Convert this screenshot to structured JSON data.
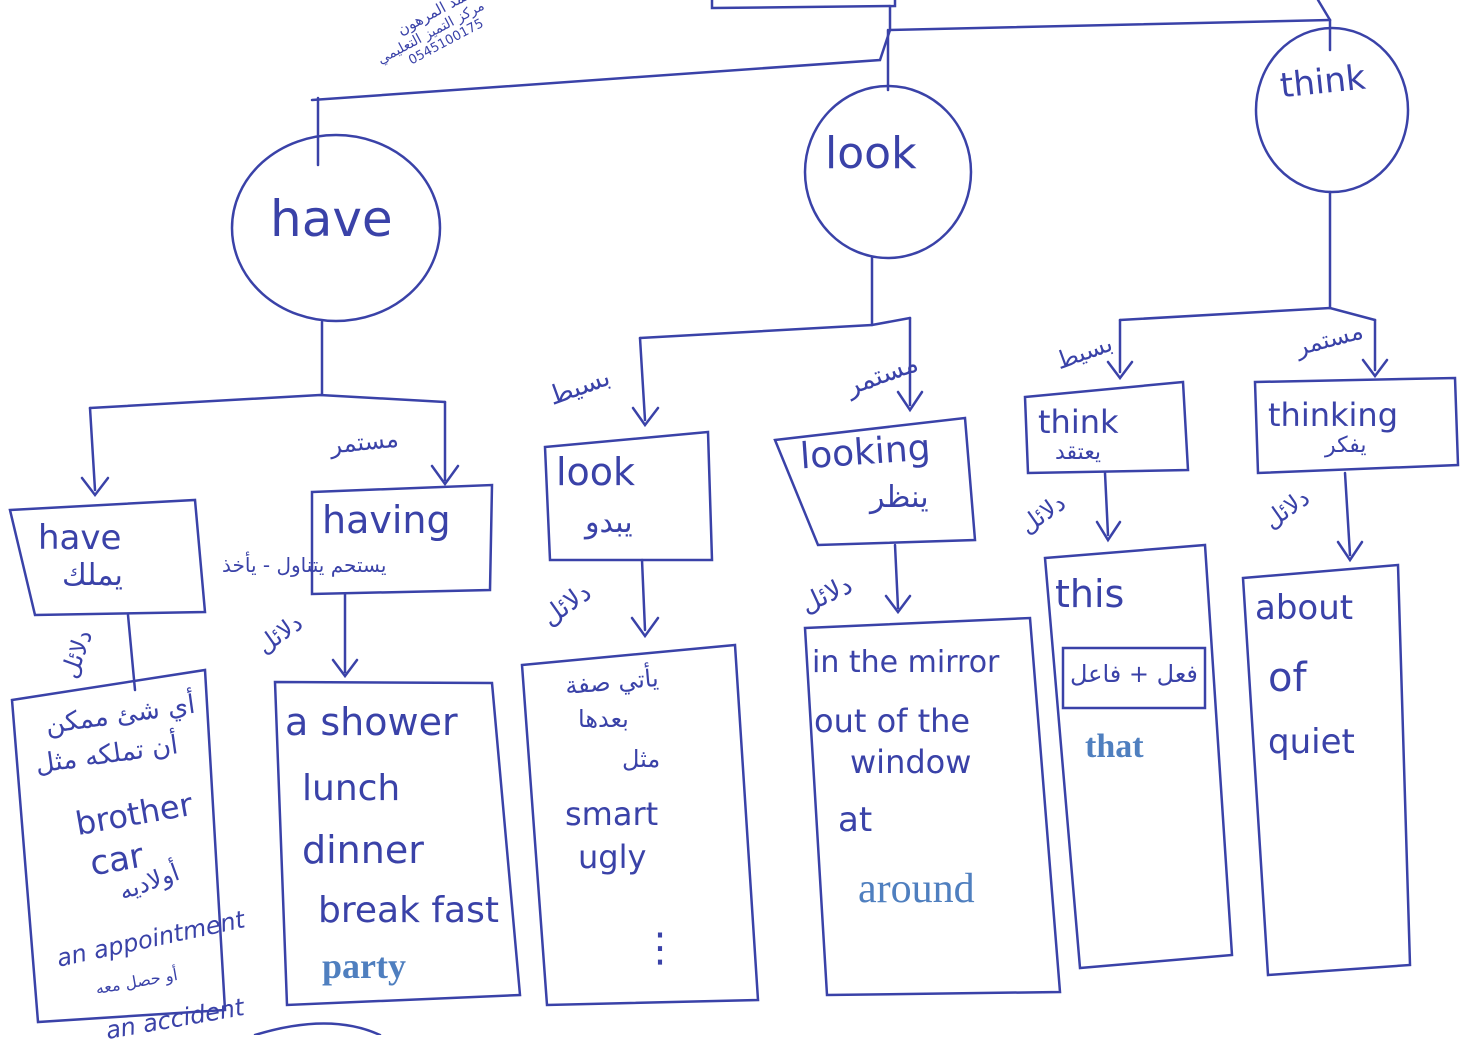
{
  "stamp": {
    "name": "م. محمد المرهون",
    "center": "مركز التميز التعليمي",
    "phone": "0545100175"
  },
  "verbs": {
    "have": {
      "title": "have",
      "simple_arrow": "",
      "simple_box": {
        "word": "have",
        "meaning": "يملك"
      },
      "cont_label": "مستمر",
      "cont_box": {
        "word": "having",
        "meaning": "يستحم يتناول - يأخذ"
      },
      "clues_label_1": "دلائل",
      "clues_label_2": "دلائل",
      "simple_clues": {
        "note_1": "أي شئ ممكن",
        "note_2": "أن تملكه مثل",
        "items": [
          "brother",
          "car"
        ],
        "note_3": "أولاديه",
        "item_4": "an appointment",
        "note_4": "أو حصل معه",
        "item_5": "an accident"
      },
      "cont_clues": {
        "items": [
          "a shower",
          "lunch",
          "dinner",
          "break fast"
        ],
        "typed": "party"
      }
    },
    "look": {
      "title": "look",
      "simple_label": "بسيط",
      "simple_box": {
        "word": "look",
        "meaning": "يبدو"
      },
      "cont_label": "مستمر",
      "cont_box": {
        "word": "looking",
        "meaning": "ينظر"
      },
      "clues_label_1": "دلائل",
      "clues_label_2": "دلائل",
      "simple_clues": {
        "note_1": "يأتي صفة",
        "note_2": "بعدها",
        "note_3": "مثل",
        "items": [
          "smart",
          "ugly"
        ],
        "dots": "⋮"
      },
      "cont_clues": {
        "items": [
          "in the mirror",
          "out of the",
          "window",
          "at"
        ],
        "typed": "around"
      }
    },
    "think": {
      "title": "think",
      "simple_label": "بسيط",
      "simple_box": {
        "word": "think",
        "meaning": "يعتقد"
      },
      "cont_label": "مستمر",
      "cont_box": {
        "word": "thinking",
        "meaning": "يفكر"
      },
      "clues_label_1": "دلائل",
      "clues_label_2": "دلائل",
      "simple_clues": {
        "item": "this",
        "formula": "فعل + فاعل",
        "typed": "that"
      },
      "cont_clues": {
        "items": [
          "about",
          "of",
          "quiet"
        ]
      }
    }
  }
}
